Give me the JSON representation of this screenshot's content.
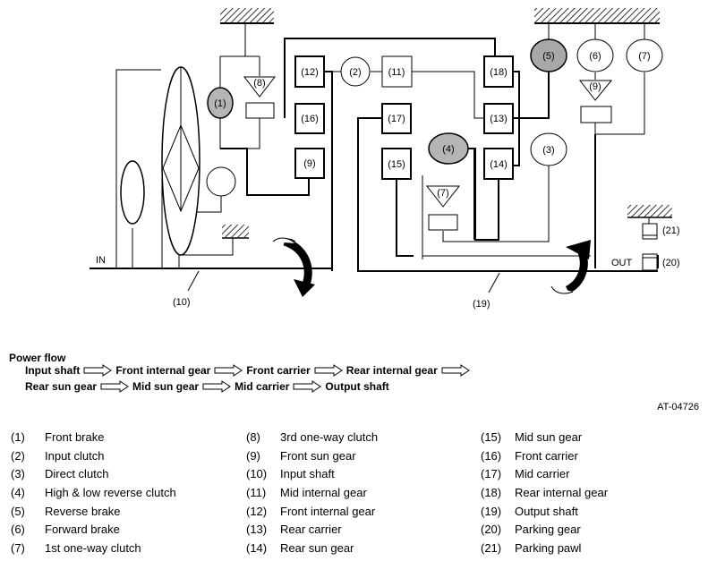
{
  "diagram": {
    "components": {
      "c1": "(1)",
      "c2": "(2)",
      "c3": "(3)",
      "c4": "(4)",
      "c5": "(5)",
      "c6": "(6)",
      "c7a": "(7)",
      "c7b": "(7)",
      "c8": "(8)",
      "c9": "(9)",
      "c9b": "(9)",
      "c10": "(10)",
      "c11": "(11)",
      "c12": "(12)",
      "c13": "(13)",
      "c14": "(14)",
      "c15": "(15)",
      "c16": "(16)",
      "c17": "(17)",
      "c18": "(18)",
      "c19": "(19)",
      "c20": "(20)",
      "c21": "(21)"
    },
    "in_label": "IN",
    "out_label": "OUT"
  },
  "power_flow": {
    "title": "Power flow",
    "row1": [
      "Input shaft",
      "Front internal gear",
      "Front carrier",
      "Rear internal gear"
    ],
    "row2": [
      "Rear sun gear",
      "Mid sun gear",
      "Mid carrier",
      "Output shaft"
    ]
  },
  "figure_code": "AT-04726",
  "legend": {
    "col1": [
      {
        "num": "(1)",
        "name": "Front brake"
      },
      {
        "num": "(2)",
        "name": "Input clutch"
      },
      {
        "num": "(3)",
        "name": "Direct clutch"
      },
      {
        "num": "(4)",
        "name": "High & low reverse clutch"
      },
      {
        "num": "(5)",
        "name": "Reverse brake"
      },
      {
        "num": "(6)",
        "name": "Forward brake"
      },
      {
        "num": "(7)",
        "name": "1st one-way clutch"
      }
    ],
    "col2": [
      {
        "num": "(8)",
        "name": "3rd one-way clutch"
      },
      {
        "num": "(9)",
        "name": "Front sun gear"
      },
      {
        "num": "(10)",
        "name": "Input shaft"
      },
      {
        "num": "(11)",
        "name": "Mid internal gear"
      },
      {
        "num": "(12)",
        "name": "Front internal gear"
      },
      {
        "num": "(13)",
        "name": "Rear carrier"
      },
      {
        "num": "(14)",
        "name": "Rear sun gear"
      }
    ],
    "col3": [
      {
        "num": "(15)",
        "name": "Mid sun gear"
      },
      {
        "num": "(16)",
        "name": "Front carrier"
      },
      {
        "num": "(17)",
        "name": "Mid carrier"
      },
      {
        "num": "(18)",
        "name": "Rear internal gear"
      },
      {
        "num": "(19)",
        "name": "Output shaft"
      },
      {
        "num": "(20)",
        "name": "Parking gear"
      },
      {
        "num": "(21)",
        "name": "Parking pawl"
      }
    ]
  }
}
